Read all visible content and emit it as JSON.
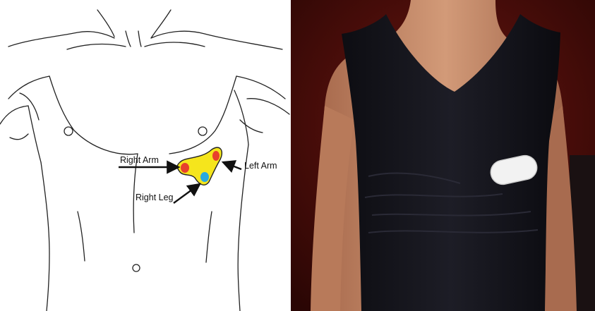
{
  "diagram": {
    "labels": {
      "right_arm": "Right Arm",
      "left_arm": "Left Arm",
      "right_leg": "Right Leg"
    },
    "colors": {
      "outline": "#222222",
      "sensor_pad": "#f5e51c",
      "electrode_red": "#e8412c",
      "electrode_blue": "#29a9e0",
      "arrow": "#111111"
    }
  },
  "photo": {
    "subject": "person-in-black-sleeveless-shirt-wearing-chest-sensor",
    "colors": {
      "background": "#4a0d0a",
      "skin": "#c48a6a",
      "shirt": "#15151c",
      "sensor": "#f2f2f2"
    }
  }
}
